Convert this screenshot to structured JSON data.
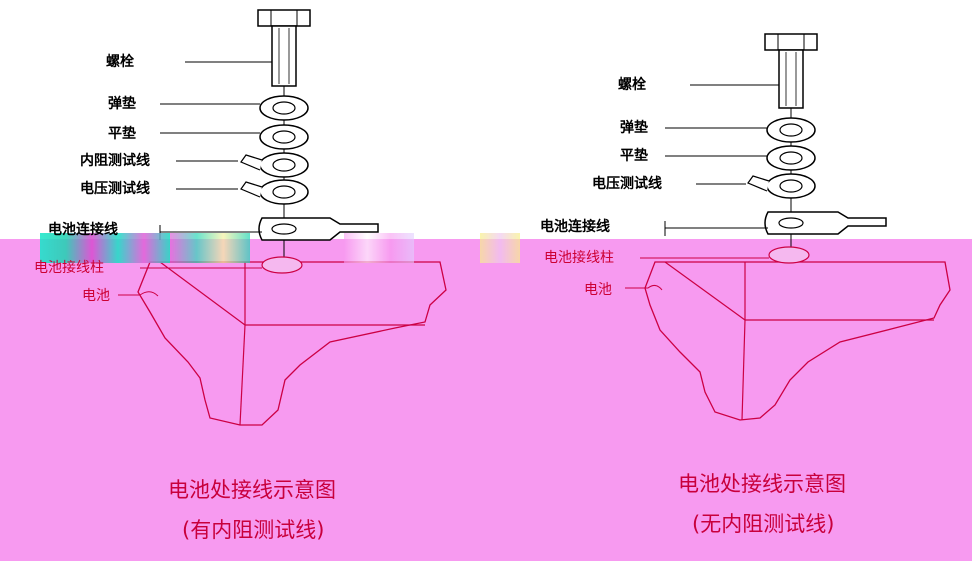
{
  "colors": {
    "battery_fill": "#f79af0",
    "battery_outline": "#cc0044",
    "caption": "#c8003c",
    "hardware": "#000000"
  },
  "left": {
    "labels": {
      "bolt": "螺栓",
      "spring_washer": "弹垫",
      "flat_washer": "平垫",
      "resistance_wire": "内阻测试线",
      "voltage_wire": "电压测试线",
      "connector": "电池连接线",
      "terminal": "电池接线柱",
      "battery": "电池"
    },
    "caption_title": "电池处接线示意图",
    "caption_sub": "(有内阻测试线)"
  },
  "right": {
    "labels": {
      "bolt": "螺栓",
      "spring_washer": "弹垫",
      "flat_washer": "平垫",
      "voltage_wire": "电压测试线",
      "connector": "电池连接线",
      "terminal": "电池接线柱",
      "battery": "电池"
    },
    "caption_title": "电池处接线示意图",
    "caption_sub": "(无内阻测试线)"
  }
}
